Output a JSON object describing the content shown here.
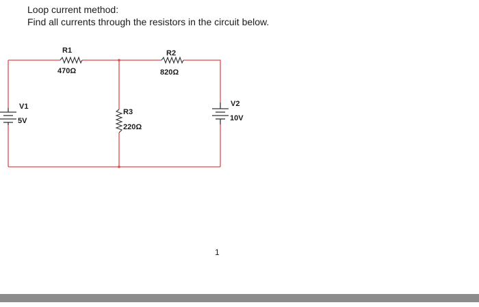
{
  "document": {
    "title": "Loop current method:",
    "instruction": "Find all currents through the resistors in the circuit below.",
    "page_number": "1"
  },
  "circuit": {
    "wire_color": "#e04a4a",
    "components": {
      "R1": {
        "name": "R1",
        "value": "470Ω"
      },
      "R2": {
        "name": "R2",
        "value": "820Ω"
      },
      "R3": {
        "name": "R3",
        "value": "220Ω"
      },
      "V1": {
        "name": "V1",
        "value": "5V"
      },
      "V2": {
        "name": "V2",
        "value": "10V"
      }
    }
  },
  "footer": {
    "bar_color": "#8c8c8c"
  }
}
